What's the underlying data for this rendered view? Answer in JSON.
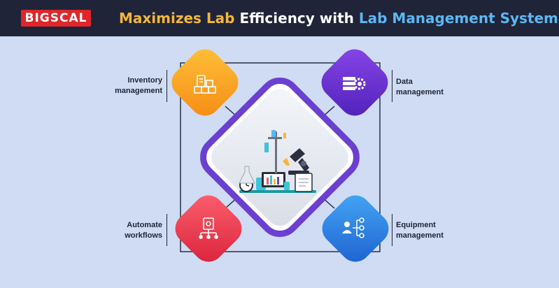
{
  "header": {
    "logo_text": "BIGSCAL",
    "title_part1": "Maximizes Lab",
    "title_part2": " Efficiency with ",
    "title_part3": "Lab Management System"
  },
  "features": [
    {
      "label_line1": "Inventory",
      "label_line2": "management",
      "icon": "inventory-boxes-icon",
      "color": "#f7a21b"
    },
    {
      "label_line1": "Data",
      "label_line2": "management",
      "icon": "database-gear-icon",
      "color": "#6b2fd6"
    },
    {
      "label_line1": "Automate",
      "label_line2": "workflows",
      "icon": "workflow-icon",
      "color": "#ee3b4a"
    },
    {
      "label_line1": "Equipment",
      "label_line2": "management",
      "icon": "equipment-network-icon",
      "color": "#2a7de1"
    }
  ],
  "colors": {
    "background": "#cfdcf3",
    "header": "#1f2438",
    "logo": "#e0262a",
    "center_border": "#6b3fd0"
  }
}
